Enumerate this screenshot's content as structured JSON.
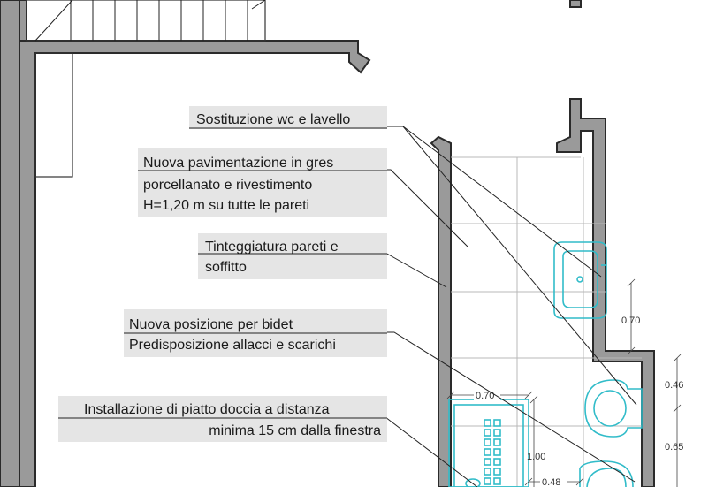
{
  "notes": [
    {
      "lines": [
        "Sostituzione wc e lavello"
      ]
    },
    {
      "lines": [
        "Nuova pavimentazione in gres",
        "porcellanato e rivestimento",
        "H=1,20 m su tutte le pareti"
      ]
    },
    {
      "lines": [
        "Tinteggiatura pareti e",
        "soffitto"
      ]
    },
    {
      "lines": [
        "Nuova posizione per bidet",
        "Predisposizione allacci e scarichi"
      ]
    },
    {
      "lines": [
        "Installazione di piatto doccia a distanza",
        "minima 15 cm dalla finestra"
      ]
    }
  ],
  "dimensions": {
    "sink_height": "0.70",
    "right_upper": "0.46",
    "right_lower": "0.65",
    "shower_width": "0.70",
    "shower_depth": "1.00",
    "bidet_gap": "0.48"
  },
  "colors": {
    "wall_fill": "#9a9a9a",
    "fixture_stroke": "#31bcc9",
    "note_background": "#e5e5e5",
    "tile_grid": "#b8b8b8"
  }
}
